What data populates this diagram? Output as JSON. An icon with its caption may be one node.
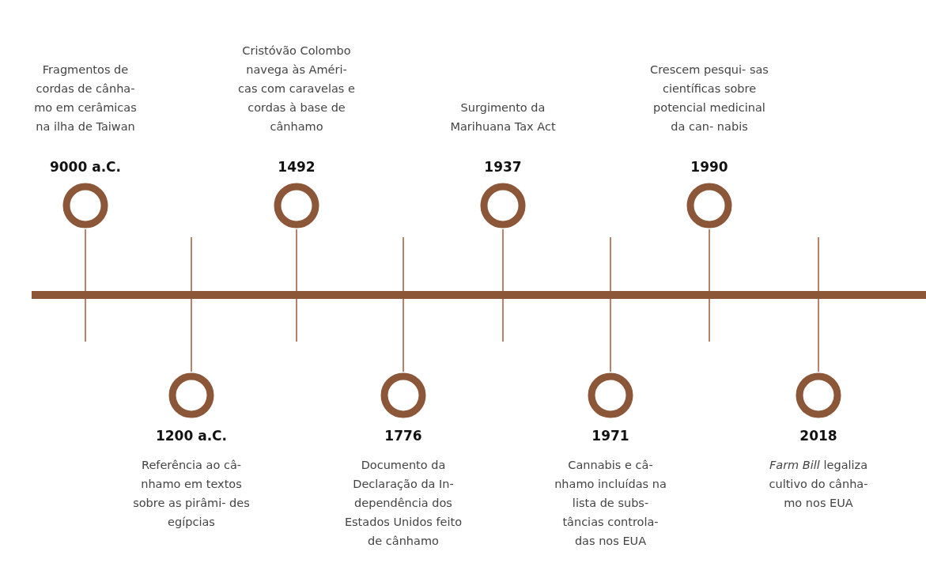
{
  "diagram": {
    "nodes": [
      {
        "text": [
          "Fragmentos de cordas de cânha- mo em cerâmicas na ilha de Taiwan",
          "9000 a.C."
        ]
      },
      {
        "text": [
          "1200 a.C.",
          "Referência ao câ- nhamo em textos sobre as pirâmi- des egípcias"
        ]
      },
      {
        "text": [
          "Cristóvão Colombo navega às Améri- cas com caravelas e cordas à base de cânhamo",
          "1492"
        ]
      },
      {
        "text": [
          "1776",
          "Documento da Declaração da In- dependência dos Estados Unidos feito de cânhamo"
        ]
      },
      {
        "text": [
          "Surgimento da Marihuana Tax Act",
          "1937"
        ]
      },
      {
        "text": [
          "1971",
          "Cannabis e câ- nhamo incluídas na lista de subs- tâncias controla- das nos EUA"
        ]
      },
      {
        "text": [
          "Crescem pesqui- sas científicas sobre potencial medicinal da can- nabis",
          "1990"
        ]
      },
      {
        "text": [
          "2018",
          "*Farm Bill* legaliza cultivo do cânha- mo nos EUA"
        ]
      }
    ]
  }
}
